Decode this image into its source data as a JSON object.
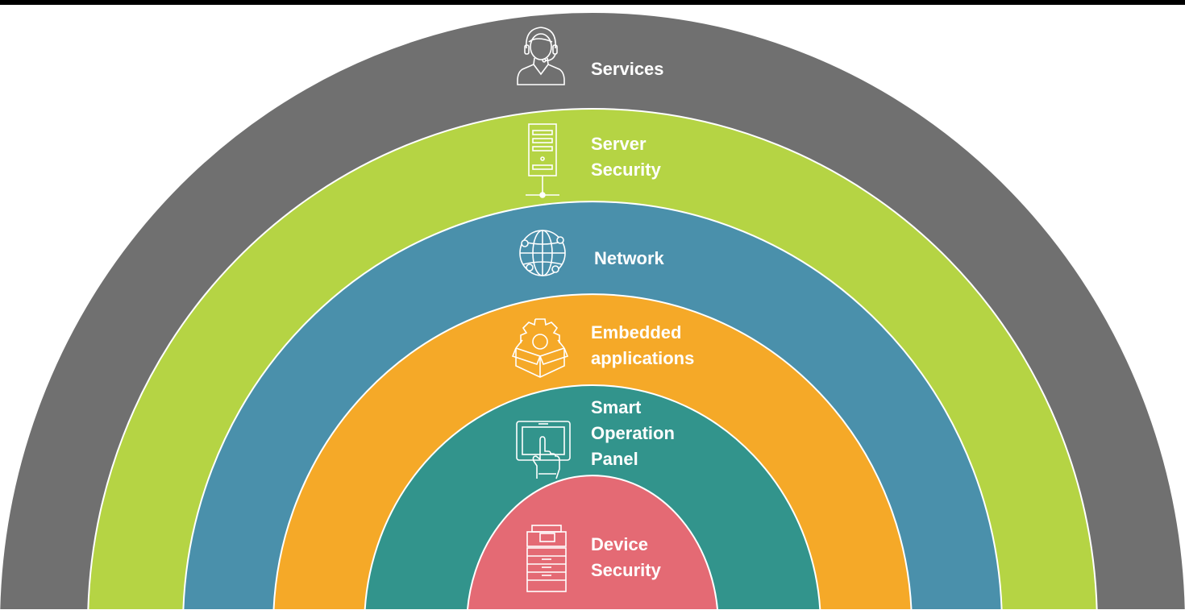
{
  "layers": [
    {
      "id": "services",
      "label": "Services",
      "icon": "headset-agent-icon",
      "color": "#707070"
    },
    {
      "id": "server-security",
      "label": "Server\nSecurity",
      "icon": "server-icon",
      "color": "#b5d444"
    },
    {
      "id": "network",
      "label": "Network",
      "icon": "globe-network-icon",
      "color": "#4a90ab"
    },
    {
      "id": "embedded-applications",
      "label": "Embedded\napplications",
      "icon": "gear-box-icon",
      "color": "#f5a928"
    },
    {
      "id": "smart-operation-panel",
      "label": "Smart\nOperation\nPanel",
      "icon": "touch-panel-icon",
      "color": "#32948c"
    },
    {
      "id": "device-security",
      "label": "Device\nSecurity",
      "icon": "printer-mfp-icon",
      "color": "#e46a74"
    }
  ],
  "ring_border_color": "#ffffff",
  "top_bar_color": "#000000"
}
